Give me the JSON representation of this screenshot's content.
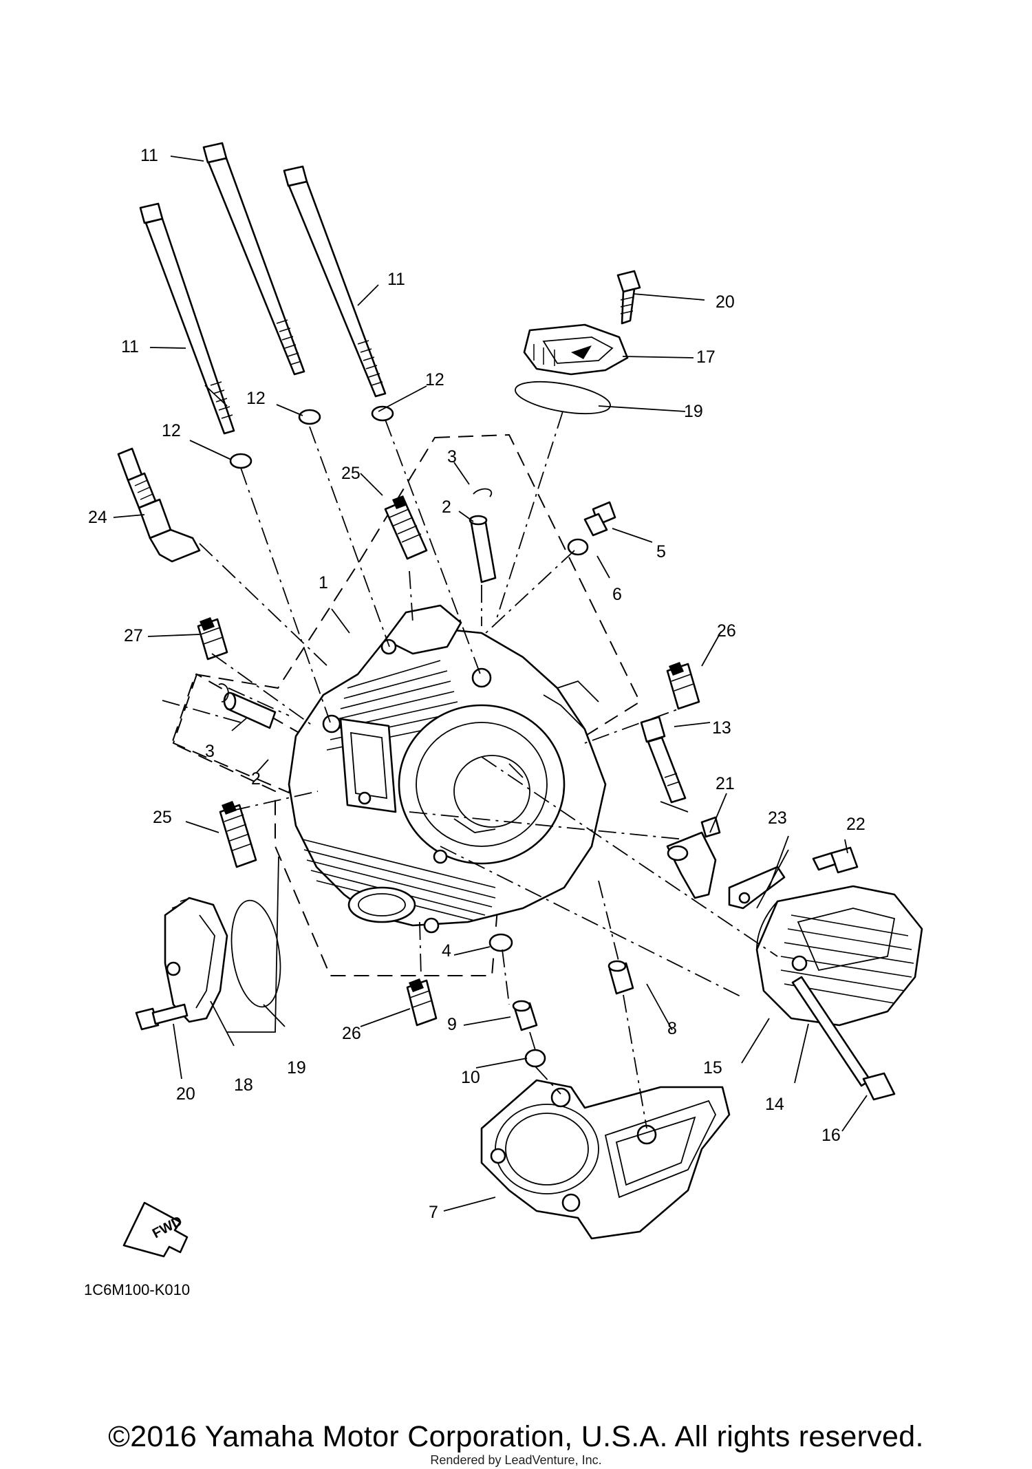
{
  "diagram": {
    "reference_code": "1C6M100-K010",
    "fwd_label": "FWD",
    "callouts": [
      "1",
      "2",
      "2",
      "3",
      "3",
      "4",
      "5",
      "6",
      "7",
      "8",
      "9",
      "10",
      "11",
      "11",
      "11",
      "12",
      "12",
      "12",
      "13",
      "14",
      "15",
      "16",
      "17",
      "18",
      "19",
      "19",
      "20",
      "20",
      "21",
      "22",
      "23",
      "24",
      "25",
      "25",
      "26",
      "26",
      "27"
    ]
  },
  "footer": {
    "copyright": "©2016 Yamaha Motor Corporation, U.S.A. All rights reserved.",
    "watermark": "Rendered by LeadVenture, Inc."
  }
}
